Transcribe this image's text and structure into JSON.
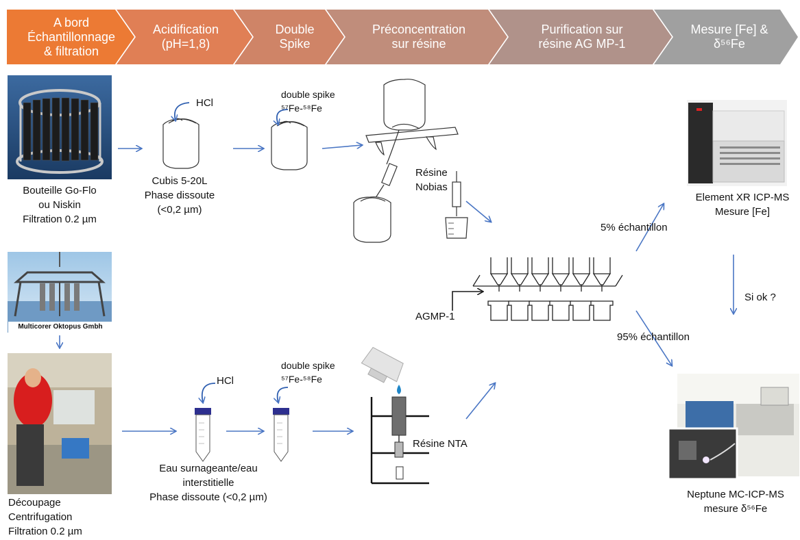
{
  "steps": [
    {
      "label": "A bord\nÉchantillonnage\n& filtration",
      "color": "#ec7a34"
    },
    {
      "label": "Acidification\n(pH=1,8)",
      "color": "#e07f55"
    },
    {
      "label": "Double\nSpike",
      "color": "#cf8467"
    },
    {
      "label": "Préconcentration\nsur résine",
      "color": "#c08d7b"
    },
    {
      "label": "Purification sur\nrésine AG MP-1",
      "color": "#b0928a"
    },
    {
      "label": "Mesure [Fe] &\nδ⁵⁶Fe",
      "color": "#a0a0a0"
    }
  ],
  "labels": {
    "bottle": "Bouteille Go-Flo\nou Niskin\nFiltration 0.2 µm",
    "multicorer_tag": "Multicorer Oktopus Gmbh",
    "cubis": "Cubis 5-20L\nPhase dissoute\n(<0,2 µm)",
    "hcl_top": "HCl",
    "spike_top": "double spike\n⁵⁷Fe-⁵⁸Fe",
    "resine_nobias": "Résine\nNobias",
    "agmp": "AGMP-1",
    "pct5": "5% échantillon",
    "pct95": "95% échantillon",
    "element": "Element XR ICP-MS\nMesure [Fe]",
    "si_ok": "Si ok ?",
    "neptune": "Neptune MC-ICP-MS\nmesure δ⁵⁶Fe",
    "decoupage": "Découpage\nCentrifugation\nFiltration 0.2 µm",
    "eau": "Eau surnageante/eau\ninterstitielle\nPhase dissoute (<0,2 µm)",
    "hcl_bottom": "HCl",
    "spike_bottom": "double spike\n⁵⁷Fe-⁵⁸Fe",
    "resine_nta": "Résine NTA"
  },
  "colors": {
    "arrow": "#4a76c4",
    "cap": "#2d2f8f",
    "drop": "#1f86c8"
  }
}
